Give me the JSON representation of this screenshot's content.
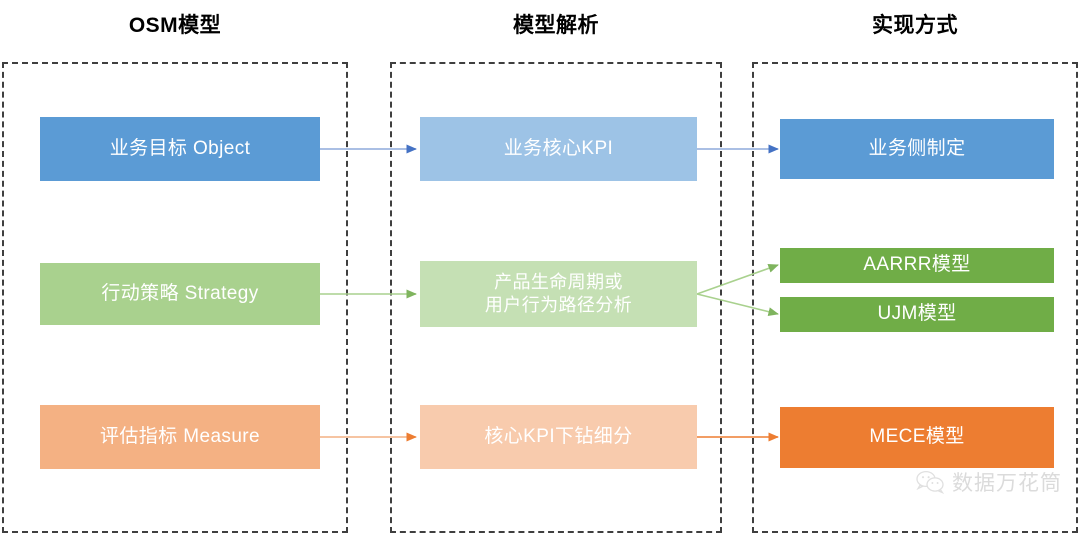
{
  "columns": [
    {
      "id": "osm",
      "title": "OSM模型"
    },
    {
      "id": "parse",
      "title": "模型解析"
    },
    {
      "id": "impl",
      "title": "实现方式"
    }
  ],
  "nodes": [
    {
      "id": "n-object",
      "label": "业务目标 Object",
      "color": "#5B9BD5",
      "column": "osm",
      "row": "object"
    },
    {
      "id": "n-strategy",
      "label": "行动策略 Strategy",
      "color": "#A9D18E",
      "column": "osm",
      "row": "strategy"
    },
    {
      "id": "n-measure",
      "label": "评估指标 Measure",
      "color": "#F4B183",
      "column": "osm",
      "row": "measure"
    },
    {
      "id": "n-kpi",
      "label": "业务核心KPI",
      "color": "#9DC3E6",
      "column": "parse",
      "row": "object"
    },
    {
      "id": "n-lifecycle",
      "label": "产品生命周期或\n用户行为路径分析",
      "color": "#C5E0B4",
      "column": "parse",
      "row": "strategy"
    },
    {
      "id": "n-drill",
      "label": "核心KPI下钻细分",
      "color": "#F8CBAD",
      "column": "parse",
      "row": "measure"
    },
    {
      "id": "n-business",
      "label": "业务侧制定",
      "color": "#5B9BD5",
      "column": "impl",
      "row": "object"
    },
    {
      "id": "n-aarrr",
      "label": "AARRR模型",
      "color": "#70AD47",
      "column": "impl",
      "row": "strategy-a"
    },
    {
      "id": "n-ujm",
      "label": "UJM模型",
      "color": "#70AD47",
      "column": "impl",
      "row": "strategy-b"
    },
    {
      "id": "n-mece",
      "label": "MECE模型",
      "color": "#ED7D31",
      "column": "impl",
      "row": "measure"
    }
  ],
  "connectors": [
    {
      "id": "c-object-kpi",
      "from": "n-object",
      "to": "n-kpi",
      "color": "#8EAADB"
    },
    {
      "id": "c-kpi-business",
      "from": "n-kpi",
      "to": "n-business",
      "color": "#8EAADB"
    },
    {
      "id": "c-strategy-lifecycle",
      "from": "n-strategy",
      "to": "n-lifecycle",
      "color": "#A9D18E"
    },
    {
      "id": "c-lifecycle-aarrr",
      "from": "n-lifecycle",
      "to": "n-aarrr",
      "color": "#A9D18E"
    },
    {
      "id": "c-lifecycle-ujm",
      "from": "n-lifecycle",
      "to": "n-ujm",
      "color": "#A9D18E"
    },
    {
      "id": "c-measure-drill",
      "from": "n-measure",
      "to": "n-drill",
      "color": "#F4B183"
    },
    {
      "id": "c-drill-mece",
      "from": "n-drill",
      "to": "n-mece",
      "color": "#ED7D31"
    }
  ],
  "watermark": {
    "text": "数据万花筒",
    "icon": "wechat-icon"
  },
  "palette": {
    "frame_border": "#3f3f3f",
    "background": "#ffffff",
    "title_color": "#000000"
  }
}
